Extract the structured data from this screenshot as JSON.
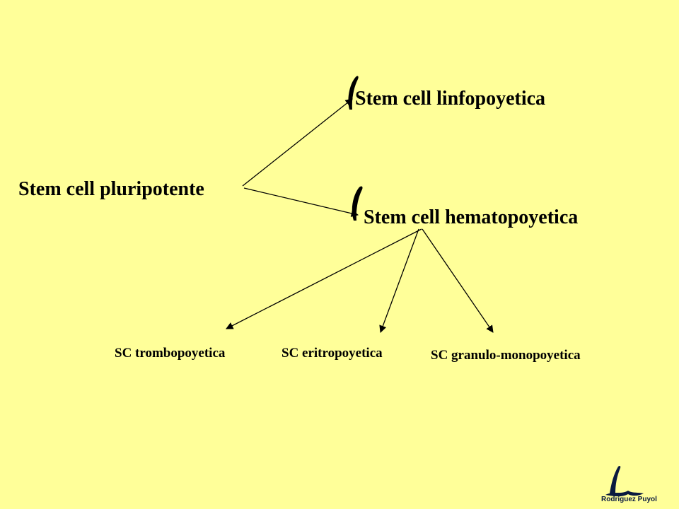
{
  "diagram": {
    "root": "Stem cell pluripotente",
    "branch_linfo": "Stem cell linfopoyetica",
    "branch_hemato": "Stem cell hematopoyetica",
    "leaf_trombo": "SC trombopoyetica",
    "leaf_eritro": "SC eritropoyetica",
    "leaf_granulo": "SC granulo-monopoyetica"
  },
  "logo": {
    "text": "Rodríguez Puyol"
  },
  "colors": {
    "background": "#ffff99",
    "text": "#000000",
    "logo": "#0a1a40"
  }
}
